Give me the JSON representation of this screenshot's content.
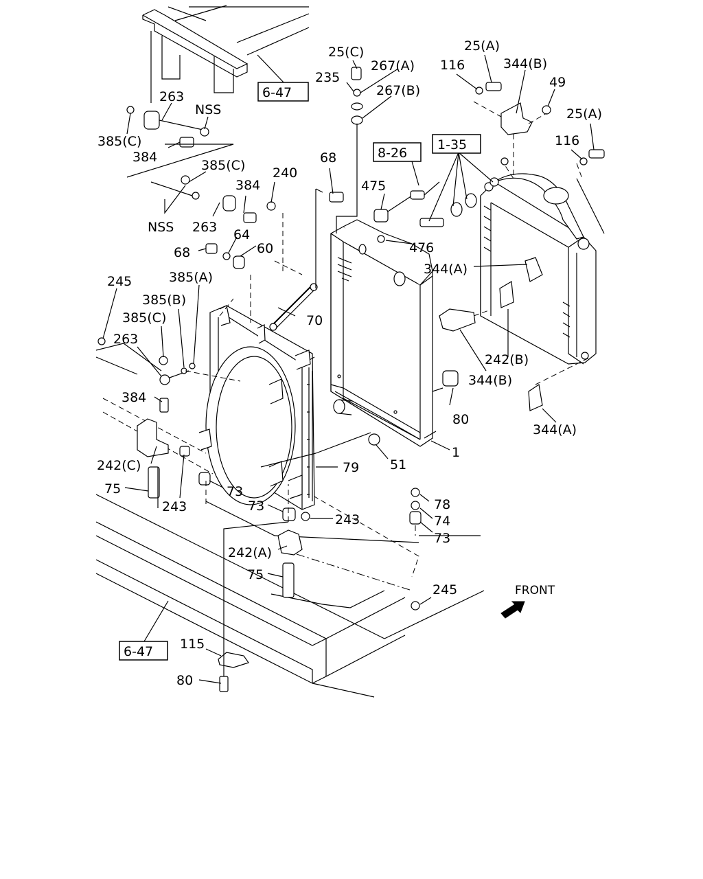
{
  "callouts": {
    "c263a": "263",
    "cNSSa": "NSS",
    "c385Ca": "385(C)",
    "c384a": "384",
    "c385Cb": "385(C)",
    "c384b": "384",
    "cNSSb": "NSS",
    "c263b": "263",
    "c240": "240",
    "c68a": "68",
    "c68b": "68",
    "c64": "64",
    "c60": "60",
    "c245a": "245",
    "c385A": "385(A)",
    "c385B": "385(B)",
    "c385Cc": "385(C)",
    "c263c": "263",
    "c384c": "384",
    "c242C": "242(C)",
    "c75a": "75",
    "c243a": "243",
    "c73a": "73",
    "c73b": "73",
    "c70": "70",
    "c79": "79",
    "c25C": "25(C)",
    "c267A": "267(A)",
    "c235": "235",
    "c267B": "267(B)",
    "c475": "475",
    "c476": "476",
    "c25Aa": "25(A)",
    "c116a": "116",
    "c344Ba": "344(B)",
    "c49": "49",
    "c25Ab": "25(A)",
    "c116b": "116",
    "c344Aa": "344(A)",
    "c242B": "242(B)",
    "c344Bb": "344(B)",
    "c80a": "80",
    "c51": "51",
    "c1": "1",
    "c344Ab": "344(A)",
    "c78": "78",
    "c74": "74",
    "c73c": "73",
    "c243b": "243",
    "c242A": "242(A)",
    "c75b": "75",
    "c245b": "245",
    "c115": "115",
    "c80b": "80"
  },
  "refs": {
    "r647a": "6-47",
    "r826": "8-26",
    "r135": "1-35",
    "r647b": "6-47"
  },
  "front_label": "FRONT"
}
